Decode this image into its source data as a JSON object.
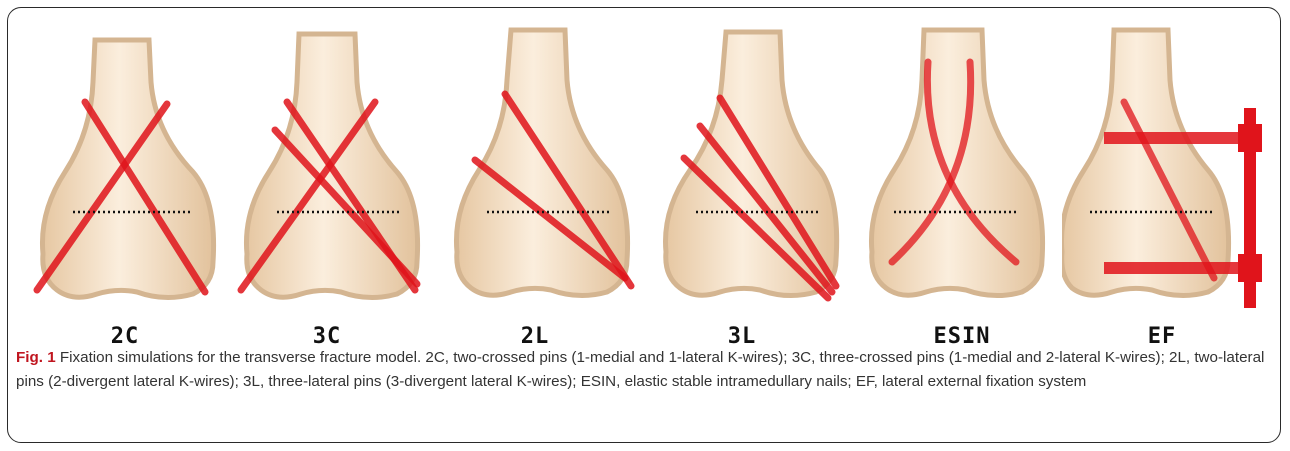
{
  "figure": {
    "panels": [
      {
        "label": "2C",
        "pins": "two-crossed"
      },
      {
        "label": "3C",
        "pins": "three-crossed"
      },
      {
        "label": "2L",
        "pins": "two-lateral"
      },
      {
        "label": "3L",
        "pins": "three-lateral"
      },
      {
        "label": "ESIN",
        "pins": "elastic-nails"
      },
      {
        "label": "EF",
        "pins": "external-fixator"
      }
    ],
    "colors": {
      "bone": "#f3dcc0",
      "bone_edge": "#cfae8c",
      "pin": "#e0141b",
      "fracture_line": "#111111"
    }
  },
  "caption": {
    "lead": "Fig. 1",
    "text": " Fixation simulations for the transverse fracture model. 2C, two-crossed pins (1-medial and 1-lateral K-wires); 3C, three-crossed pins (1-medial and 2-lateral K-wires); 2L, two-lateral pins (2-divergent lateral K-wires); 3L, three-lateral pins (3-divergent lateral K-wires); ESIN, elastic stable intramedullary nails; EF, lateral external fixation system"
  }
}
